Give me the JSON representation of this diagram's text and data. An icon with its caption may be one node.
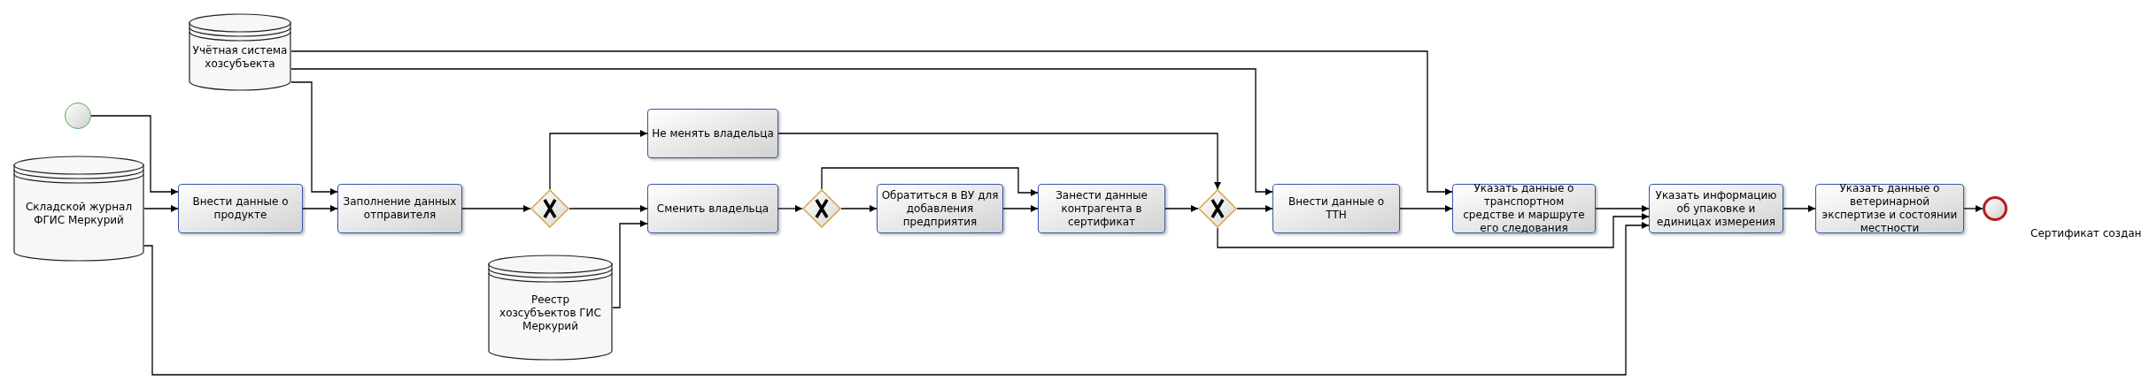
{
  "diagram": {
    "nodes": [
      {
        "text": [],
        "shape": "circle"
      },
      {
        "text": [
          "Учётная система хозсубъекта"
        ]
      },
      {
        "text": [
          "Складской журнал ФГИС Меркурий"
        ]
      },
      {
        "text": [
          "Внести данные о продукте"
        ]
      },
      {
        "text": [
          "Заполнение данных отправителя"
        ]
      },
      {
        "text": [],
        "shape": "diamond"
      },
      {
        "text": [
          "Не менять владельца"
        ]
      },
      {
        "text": [
          "Сменить владельца"
        ]
      },
      {
        "text": [
          "Реестр хозсубъектов ГИС Меркурий"
        ]
      },
      {
        "text": [],
        "shape": "diamond"
      },
      {
        "text": [
          "Обратиться в ВУ для добавления предприятия"
        ]
      },
      {
        "text": [
          "Занести данные контрагента в сертификат"
        ]
      },
      {
        "text": [],
        "shape": "diamond"
      },
      {
        "text": [
          "Внести данные о ТТН"
        ]
      },
      {
        "text": [
          "Указать данные о транспортном средстве и маршруте его следования"
        ]
      },
      {
        "text": [
          "Указать информацию об упаковке и единицах измерения"
        ]
      },
      {
        "text": [
          "Указать данные о ветеринарной экспертизе и состоянии местности"
        ]
      },
      {
        "text": [],
        "shape": "circle",
        "beside": [
          "Сертификат создан"
        ]
      }
    ],
    "edges": [
      {
        "from": 0,
        "to": 3,
        "arrow": "to"
      },
      {
        "from": 2,
        "to": 3,
        "arrow": "to"
      },
      {
        "from": 1,
        "to": 4,
        "arrow": "to"
      },
      {
        "from": 3,
        "to": 4,
        "arrow": "to"
      },
      {
        "from": 4,
        "to": 5,
        "arrow": "to"
      },
      {
        "from": 5,
        "to": 6,
        "arrow": "to"
      },
      {
        "from": 5,
        "to": 7,
        "arrow": "to"
      },
      {
        "from": 8,
        "to": 7,
        "arrow": "to"
      },
      {
        "from": 7,
        "to": 9,
        "arrow": "to"
      },
      {
        "from": 9,
        "to": 10,
        "arrow": "to"
      },
      {
        "from": 9,
        "to": 11,
        "arrow": "to"
      },
      {
        "from": 10,
        "to": 11,
        "arrow": "to"
      },
      {
        "from": 11,
        "to": 12,
        "arrow": "to"
      },
      {
        "from": 6,
        "to": 12,
        "arrow": "to"
      },
      {
        "from": 12,
        "to": 13,
        "arrow": "to"
      },
      {
        "from": 12,
        "to": 15,
        "arrow": "to"
      },
      {
        "from": 1,
        "to": 13,
        "arrow": "to"
      },
      {
        "from": 1,
        "to": 14,
        "arrow": "to"
      },
      {
        "from": 13,
        "to": 14,
        "arrow": "to"
      },
      {
        "from": 14,
        "to": 15,
        "arrow": "to"
      },
      {
        "from": 2,
        "to": 15,
        "arrow": "to"
      },
      {
        "from": 15,
        "to": 16,
        "arrow": "to"
      },
      {
        "from": 16,
        "to": 17,
        "arrow": "to"
      }
    ]
  }
}
